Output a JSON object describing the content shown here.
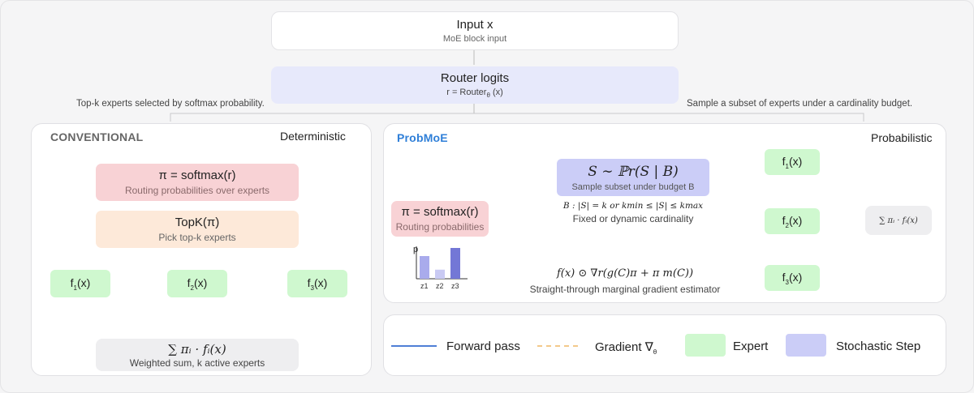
{
  "input": {
    "title": "Input x",
    "subtitle": "MoE block input"
  },
  "router": {
    "title": "Router logits",
    "formula_prefix": "r = Router",
    "formula_sub": "θ",
    "formula_suffix": " (x)"
  },
  "notes": {
    "left": "Top-k experts selected by softmax probability.",
    "right": "Sample a subset of experts under a cardinality budget."
  },
  "conventional": {
    "title": "CONVENTIONAL",
    "mode": "Deterministic",
    "softmax": {
      "formula": "π = softmax(r)",
      "subtitle": "Routing probabilities over experts"
    },
    "topk": {
      "formula": "TopK(π)",
      "subtitle": "Pick top-k experts"
    },
    "experts": [
      {
        "base": "f",
        "sub": "1",
        "tail": "(x)"
      },
      {
        "base": "f",
        "sub": "2",
        "tail": "(x)"
      },
      {
        "base": "f",
        "sub": "3",
        "tail": "(x)"
      }
    ],
    "sum": {
      "formula": "∑ πᵢ · fᵢ(x)",
      "subtitle": "Weighted sum, k active experts"
    }
  },
  "probmoe": {
    "title": "ProbMoE",
    "mode": "Probabilistic",
    "softmax": {
      "formula": "π = softmax(r)",
      "subtitle": "Routing probabilities"
    },
    "sample": {
      "formula": "S ∼ ℙr(S | B)",
      "subtitle": "Sample subset under budget B",
      "budget": "B : |S| = k  or  kmin ≤ |S| ≤ kmax",
      "budget_note": "Fixed or dynamic cardinality"
    },
    "experts": [
      {
        "base": "f",
        "sub": "1",
        "tail": "(x)"
      },
      {
        "base": "f",
        "sub": "2",
        "tail": "(x)"
      },
      {
        "base": "f",
        "sub": "3",
        "tail": "(x)"
      }
    ],
    "sum": {
      "formula": "∑ πᵢ · fᵢ(x)"
    },
    "gradient": {
      "formula": "f(x) ⊙ ∇r(g(C)π + π m(C))",
      "subtitle": "Straight-through marginal gradient estimator"
    },
    "mini_chart": {
      "ylabel": "p",
      "categories": [
        "z1",
        "z2",
        "z3"
      ],
      "values": [
        0.7,
        0.28,
        0.95
      ]
    }
  },
  "legend": {
    "forward": "Forward pass",
    "gradient": "Gradient ∇",
    "gradient_sub": "θ",
    "expert": "Expert",
    "stochastic": "Stochastic Step"
  },
  "colors": {
    "forward": "#7b82d6",
    "gradient": "#f3c98a",
    "expert": "#cff8cf",
    "stochastic": "#cbcdf7",
    "probmoe_title": "#2f7fd8"
  }
}
